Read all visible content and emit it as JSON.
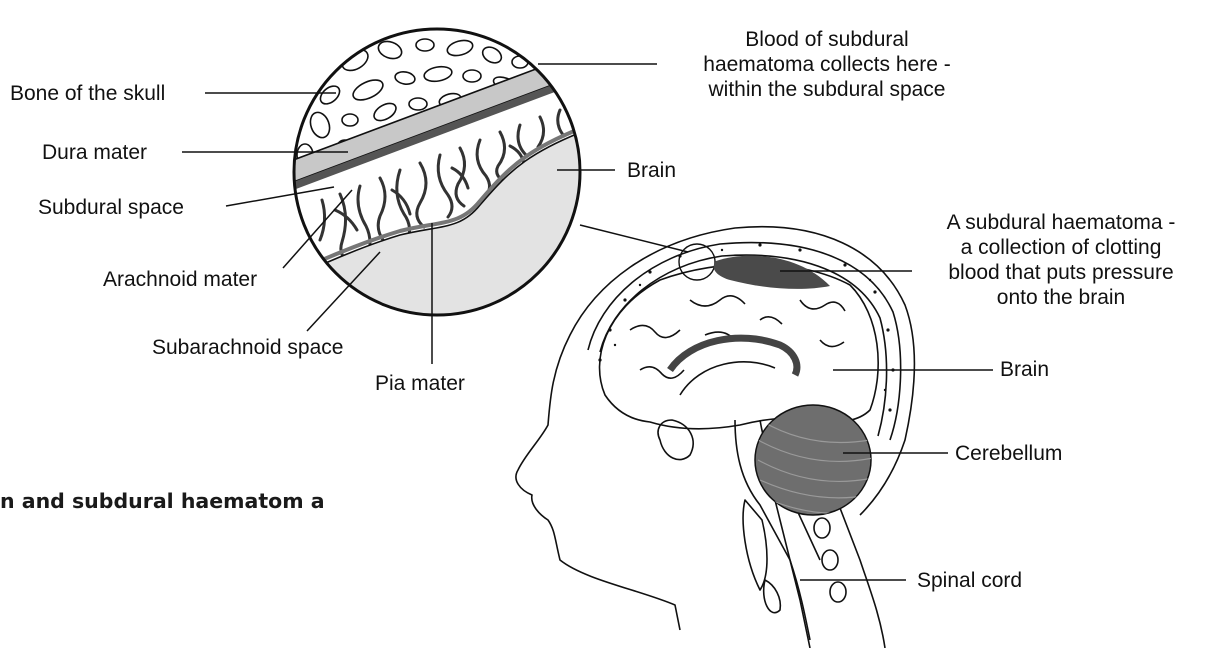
{
  "labels": {
    "bone_of_skull": "Bone of the skull",
    "dura_mater": "Dura mater",
    "subdural_space": "Subdural space",
    "arachnoid_mater": "Arachnoid mater",
    "subarachnoid_space": "Subarachnoid space",
    "pia_mater": "Pia mater",
    "blood_collects": [
      "Blood of subdural",
      "haematoma collects here -",
      "within the subdural space"
    ],
    "brain_inset": "Brain",
    "haematoma_description": [
      "A subdural haematoma -",
      "a collection of clotting",
      "blood  that puts pressure",
      "onto the brain"
    ],
    "brain": "Brain",
    "cerebellum": "Cerebellum",
    "spinal_cord": "Spinal cord"
  },
  "caption": "n and subdural haematom a",
  "colors": {
    "line": "#111111",
    "dura": "#c8c8c8",
    "subdural_band": "#555555",
    "brain_surface": "#e3e3e3",
    "haematoma": "#4a4a4a",
    "cerebellum": "#6e6e6e"
  }
}
